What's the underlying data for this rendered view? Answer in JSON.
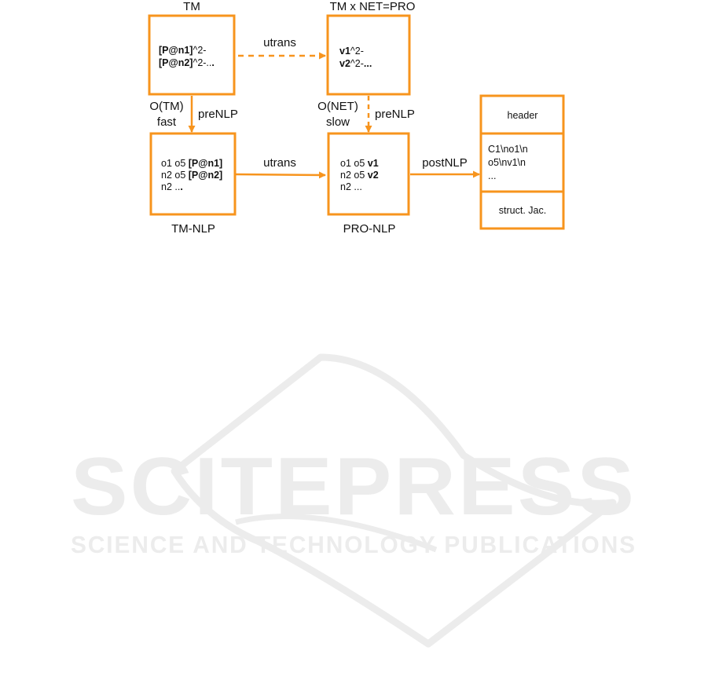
{
  "colors": {
    "accent": "#f7941d",
    "text": "#111111",
    "watermark": "#ececec"
  },
  "boxes": {
    "tm": {
      "title": "TM",
      "line1_bold": "[P@n1]",
      "line1_rest": "^2-",
      "line2_bold": "[P@n2]",
      "line2_rest": "^2-..",
      "line2_tail": "."
    },
    "pro": {
      "title": "TM x NET=PRO",
      "line1_bold": "v1",
      "line1_rest": "^2-",
      "line2_bold": "v2",
      "line2_rest": "^2-",
      "line2_tail": "..."
    },
    "tm_nlp": {
      "title": "TM-NLP",
      "line1_rest": "o1 o5 ",
      "line1_bold": "[P@n1]",
      "line2_rest": "n2 o5 ",
      "line2_bold": "[P@n2]",
      "line3_rest": "n2 ..",
      "line3_bold": "."
    },
    "pro_nlp": {
      "title": "PRO-NLP",
      "line1_rest": "o1 o5 ",
      "line1_bold": "v1",
      "line2_rest": "n2 o5 ",
      "line2_bold": "v2",
      "line3": "n2 ..."
    },
    "output": {
      "header": "header",
      "body_line1": "C1\\no1\\n",
      "body_line2": "o5\\nv1\\n",
      "body_line3": "...",
      "footer": "struct. Jac."
    }
  },
  "edges": {
    "utrans_top": "utrans",
    "utrans_mid": "utrans",
    "postnlp": "postNLP",
    "left_cost_line1": "O(TM)",
    "left_cost_line2": "fast",
    "left_prenlp": "preNLP",
    "right_cost_line1": "O(NET)",
    "right_cost_line2": "slow",
    "right_prenlp": "preNLP"
  },
  "watermark": {
    "logo": "SCITEPRESS",
    "tagline": "SCIENCE AND TECHNOLOGY PUBLICATIONS"
  }
}
